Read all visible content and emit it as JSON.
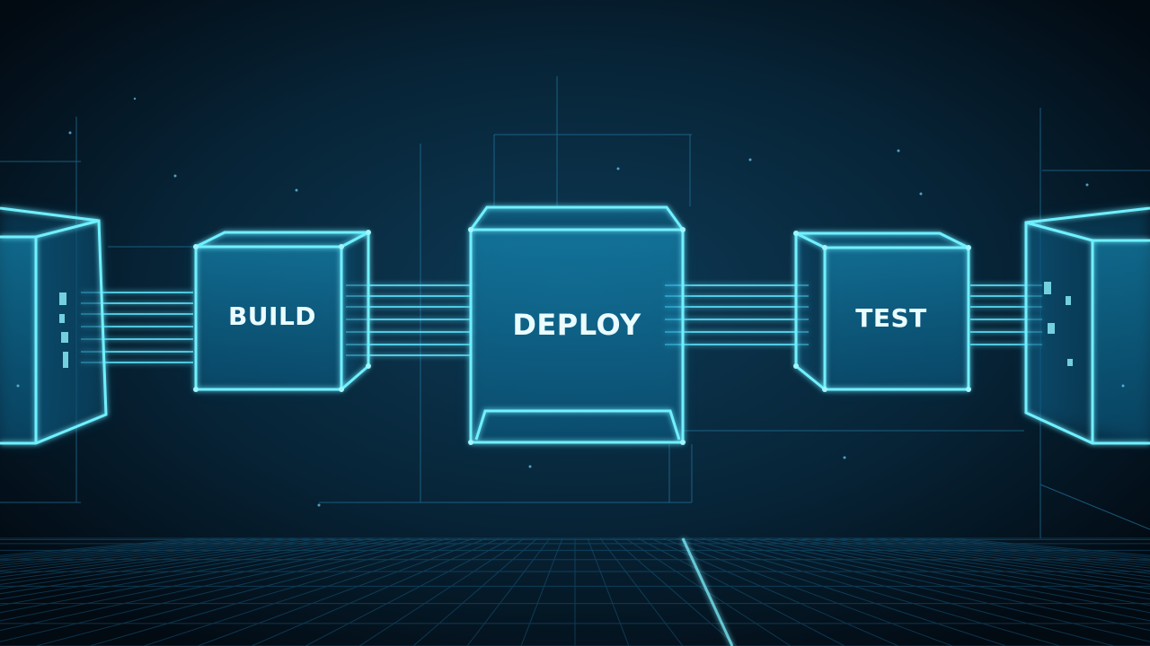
{
  "scene": {
    "stages": [
      {
        "id": "build",
        "label": "BUILD"
      },
      {
        "id": "deploy",
        "label": "DEPLOY"
      },
      {
        "id": "test",
        "label": "TEST"
      }
    ]
  },
  "colors": {
    "background": "#04121d",
    "glow": "#33d6ff",
    "edge": "#6ff0ff",
    "grid": "#1f7fb0"
  }
}
